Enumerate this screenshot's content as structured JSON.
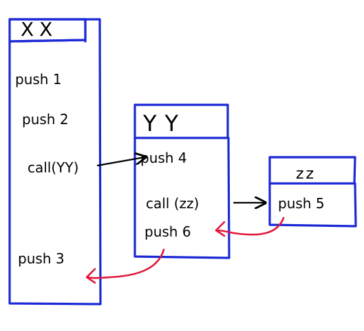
{
  "boxes": {
    "xx": {
      "title": "XX",
      "lines": [
        "push 1",
        "push 2",
        "call(YY)",
        "push 3"
      ]
    },
    "yy": {
      "title": "YY",
      "lines": [
        "push 4",
        "call (zz)",
        "push 6"
      ]
    },
    "zz": {
      "title": "zz",
      "lines": [
        "push 5"
      ]
    }
  },
  "colors": {
    "box": "#1c28d6",
    "ink": "#000000",
    "return": "#e0183c"
  }
}
